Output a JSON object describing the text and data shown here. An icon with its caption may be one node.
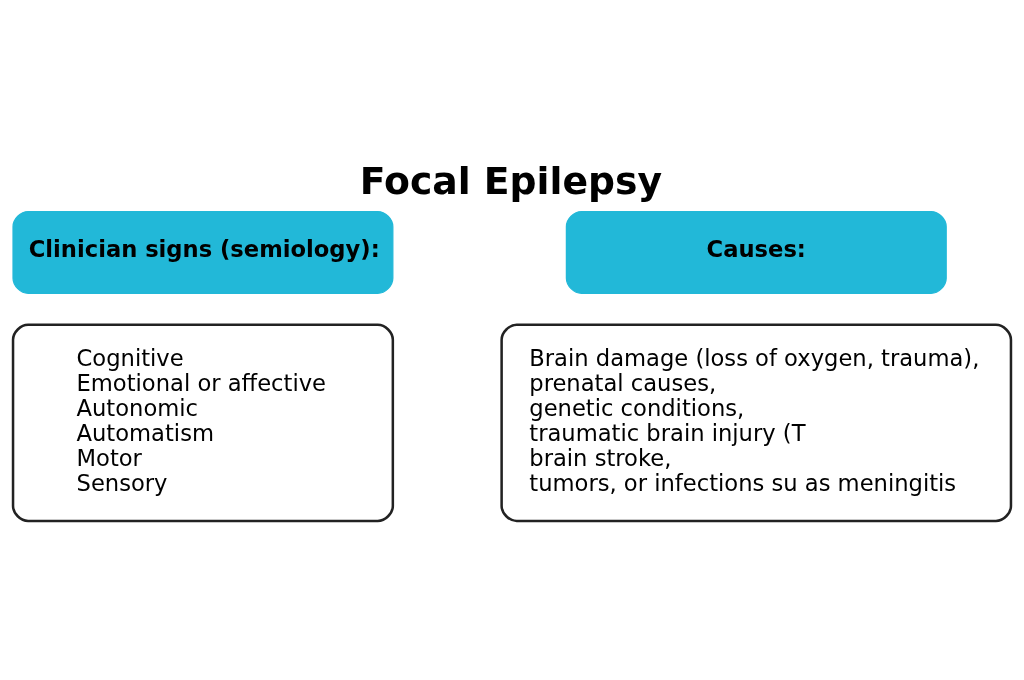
{
  "diagram": {
    "title": "Focal Epilepsy",
    "nodes": [
      {
        "text": [
          "Clinician signs (semiology):"
        ]
      },
      {
        "text": [
          "Cognitive",
          "Emotional or affective",
          "Autonomic",
          "Automatism",
          "Motor",
          "Sensory"
        ]
      },
      {
        "text": [
          "Causes:"
        ]
      },
      {
        "text": [
          "Brain damage (loss of oxygen, trauma),",
          "prenatal causes,",
          "genetic conditions,",
          "traumatic brain injury (T",
          "brain stroke,",
          "tumors, or infections su as meningitis"
        ]
      }
    ],
    "edges": []
  }
}
